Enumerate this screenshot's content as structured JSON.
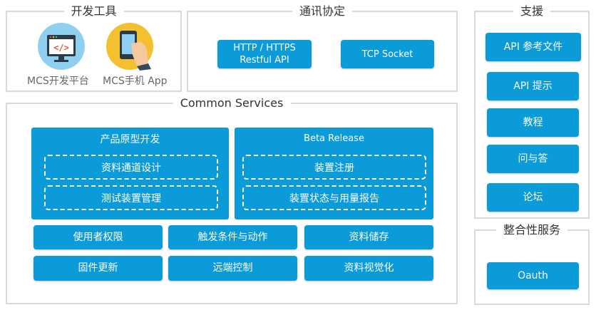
{
  "dev_tools": {
    "title": "开发工具",
    "items": [
      {
        "label": "MCS开发平台",
        "icon": "code-monitor-icon",
        "color": "#8fd0f0"
      },
      {
        "label": "MCS手机 App",
        "icon": "phone-hand-icon",
        "color": "#f3c12f"
      }
    ]
  },
  "protocols": {
    "title": "通讯协定",
    "items": [
      "HTTP / HTTPS\nRestful API",
      "TCP Socket"
    ]
  },
  "support": {
    "title": "支援",
    "items": [
      "API 参考文件",
      "API 提示",
      "教程",
      "问与答",
      "论坛"
    ]
  },
  "integration": {
    "title": "整合性服务",
    "items": [
      "Oauth"
    ]
  },
  "common": {
    "title": "Common Services",
    "prototype": {
      "title": "产品原型开发",
      "items": [
        "资料通道设计",
        "测试装置管理"
      ]
    },
    "beta": {
      "title": "Beta Release",
      "items": [
        "装置注册",
        "装置状态与用量报告"
      ]
    },
    "grid": [
      "使用者权限",
      "触发条件与动作",
      "资料储存",
      "固件更新",
      "远端控制",
      "资料视觉化"
    ]
  },
  "colors": {
    "accent": "#0a9bd8",
    "border": "#d9d9d9"
  }
}
